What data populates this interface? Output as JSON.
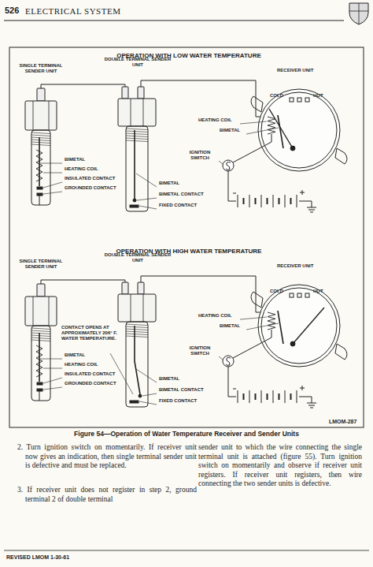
{
  "diagram": {
    "caption": "Figure 54—Operation of Water Temperature Receiver and Sender Units",
    "labels": [
      "526",
      "ELECTRICAL SYSTEM",
      "OPERATION WITH LOW WATER TEMPERATURE",
      "SINGLE TERMINAL SENDER UNIT",
      "DOUBLE TERMINAL SENDER UNIT",
      "RECEIVER UNIT",
      "COLD",
      "HOT",
      "HEATING COIL",
      "BIMETAL",
      "IGNITION SWITCH",
      "BIMETAL",
      "HEATING COIL",
      "INSULATED CONTACT",
      "GROUNDED CONTACT",
      "BIMETAL",
      "BIMETAL CONTACT",
      "FIXED CONTACT",
      "OPERATION WITH HIGH WATER TEMPERATURE",
      "SINGLE TERMINAL SENDER UNIT",
      "DOUBLE TERMINAL SENDER UNIT",
      "RECEIVER UNIT",
      "COLD",
      "HOT",
      "CONTACT OPENS AT APPROXIMATELY 206° F. WATER TEMPERATURE.",
      "HEATING COIL",
      "BIMETAL",
      "IGNITION SWITCH",
      "BIMETAL",
      "HEATING COIL",
      "INSULATED CONTACT",
      "GROUNDED CONTACT",
      "BIMETAL",
      "BIMETAL CONTACT",
      "FIXED CONTACT",
      "LMOM-287",
      "2. Turn ignition switch on momentarily. If receiver unit now gives an indication, then single terminal sender unit is defective and must be replaced.",
      "3. If receiver unit does not register in step 2, ground terminal 2 of double terminal",
      "sender unit to which the wire connecting the single terminal unit is attached (figure 55). Turn ignition switch on momentarily and observe if receiver unit registers. If receiver unit registers, then wire connecting the two sender units is defective.",
      "REVISED LMOM 1-30-61"
    ]
  }
}
